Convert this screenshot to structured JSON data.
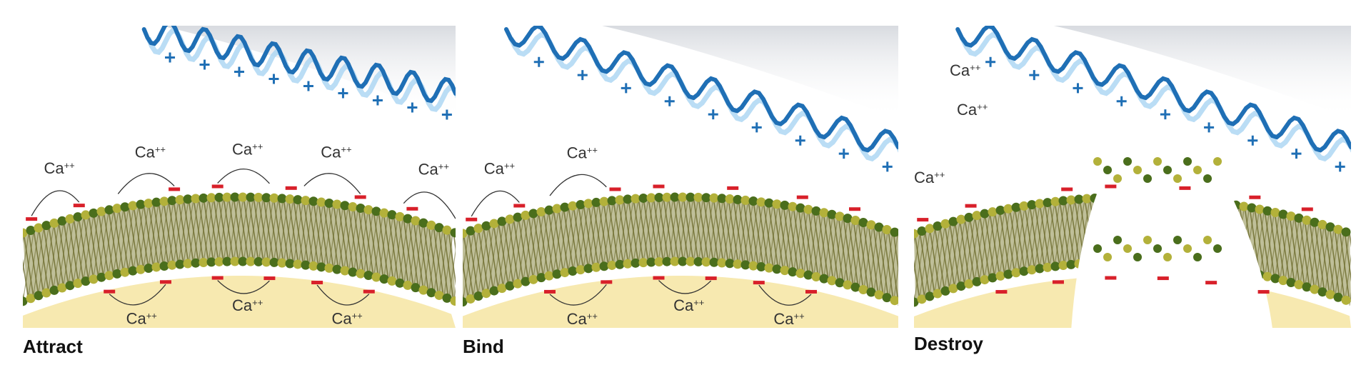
{
  "panels": [
    {
      "caption": "Attract",
      "ion_label": "Ca",
      "ion_charge": "++"
    },
    {
      "caption": "Bind",
      "ion_label": "Ca",
      "ion_charge": "++"
    },
    {
      "caption": "Destroy",
      "ion_label": "Ca",
      "ion_charge": "++"
    }
  ],
  "colors": {
    "peptide": "#1f6fb5",
    "peptide_glow": "#a9d4f2",
    "lipid_head_dark": "#4a6e1c",
    "lipid_head_light": "#b3b13a",
    "lipid_tail": "#6b6a2a",
    "negative_charge": "#d8202a",
    "cytoplasm": "#f7e9b0"
  }
}
